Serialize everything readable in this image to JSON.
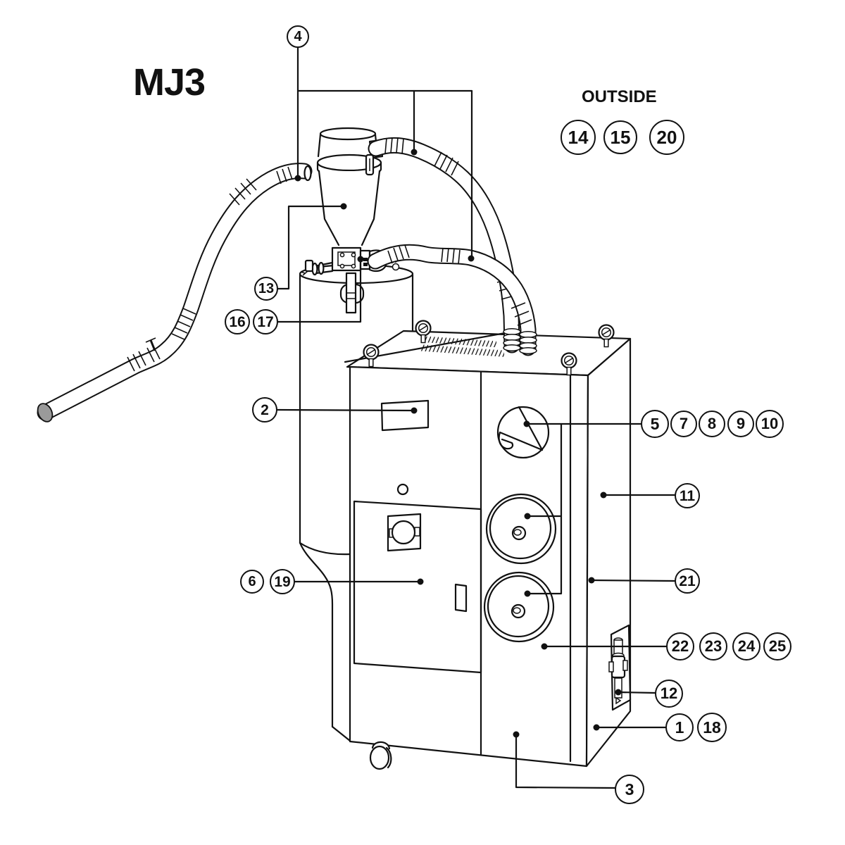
{
  "title": "MJ3",
  "outside_label": "OUTSIDE",
  "colors": {
    "line": "#111111",
    "background": "#ffffff",
    "pipe_tip_gray": "#9a9a9a"
  },
  "callouts": {
    "c1": "1",
    "c2": "2",
    "c3": "3",
    "c4": "4",
    "c5": "5",
    "c6": "6",
    "c7": "7",
    "c8": "8",
    "c9": "9",
    "c10": "10",
    "c11": "11",
    "c12": "12",
    "c13": "13",
    "c14": "14",
    "c15": "15",
    "c16": "16",
    "c17": "17",
    "c18": "18",
    "c19": "19",
    "c20": "20",
    "c21": "21",
    "c22": "22",
    "c23": "23",
    "c24": "24",
    "c25": "25"
  },
  "callout_groups": {
    "hoses": [
      "4"
    ],
    "outside_parts": [
      "14",
      "15",
      "20"
    ],
    "hopper_body": [
      "13"
    ],
    "hopper_valve": [
      "16",
      "17"
    ],
    "control_display": [
      "2"
    ],
    "fan_and_filters": [
      "5",
      "7",
      "8",
      "9",
      "10"
    ],
    "right_side_upper": [
      "11"
    ],
    "right_side_mid": [
      "21"
    ],
    "door": [
      "6",
      "19"
    ],
    "lower_right_row": [
      "22",
      "23",
      "24",
      "25"
    ],
    "drain_valve": [
      "12"
    ],
    "cabinet_corner": [
      "1",
      "18"
    ],
    "cabinet_base": [
      "3"
    ]
  }
}
